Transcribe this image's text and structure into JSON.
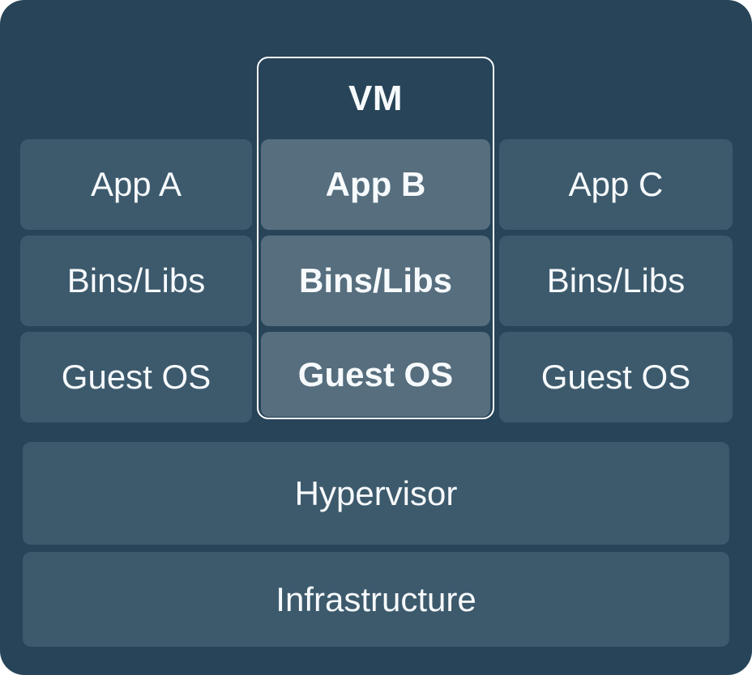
{
  "diagram": {
    "description": "Virtual machine architecture stack diagram",
    "vm": {
      "label": "VM",
      "layers": [
        "App B",
        "Bins/Libs",
        "Guest OS"
      ]
    },
    "left_stack": {
      "layers": [
        "App A",
        "Bins/Libs",
        "Guest OS"
      ]
    },
    "right_stack": {
      "layers": [
        "App C",
        "Bins/Libs",
        "Guest OS"
      ]
    },
    "hypervisor_label": "Hypervisor",
    "infrastructure_label": "Infrastructure",
    "colors": {
      "canvas_background": "#274458",
      "block_background": "#3d5a6d",
      "vm_block_background": "#566e7e",
      "vm_border": "#fdfeff",
      "text": "#f7fafc",
      "page_background": "#ffffff"
    }
  }
}
